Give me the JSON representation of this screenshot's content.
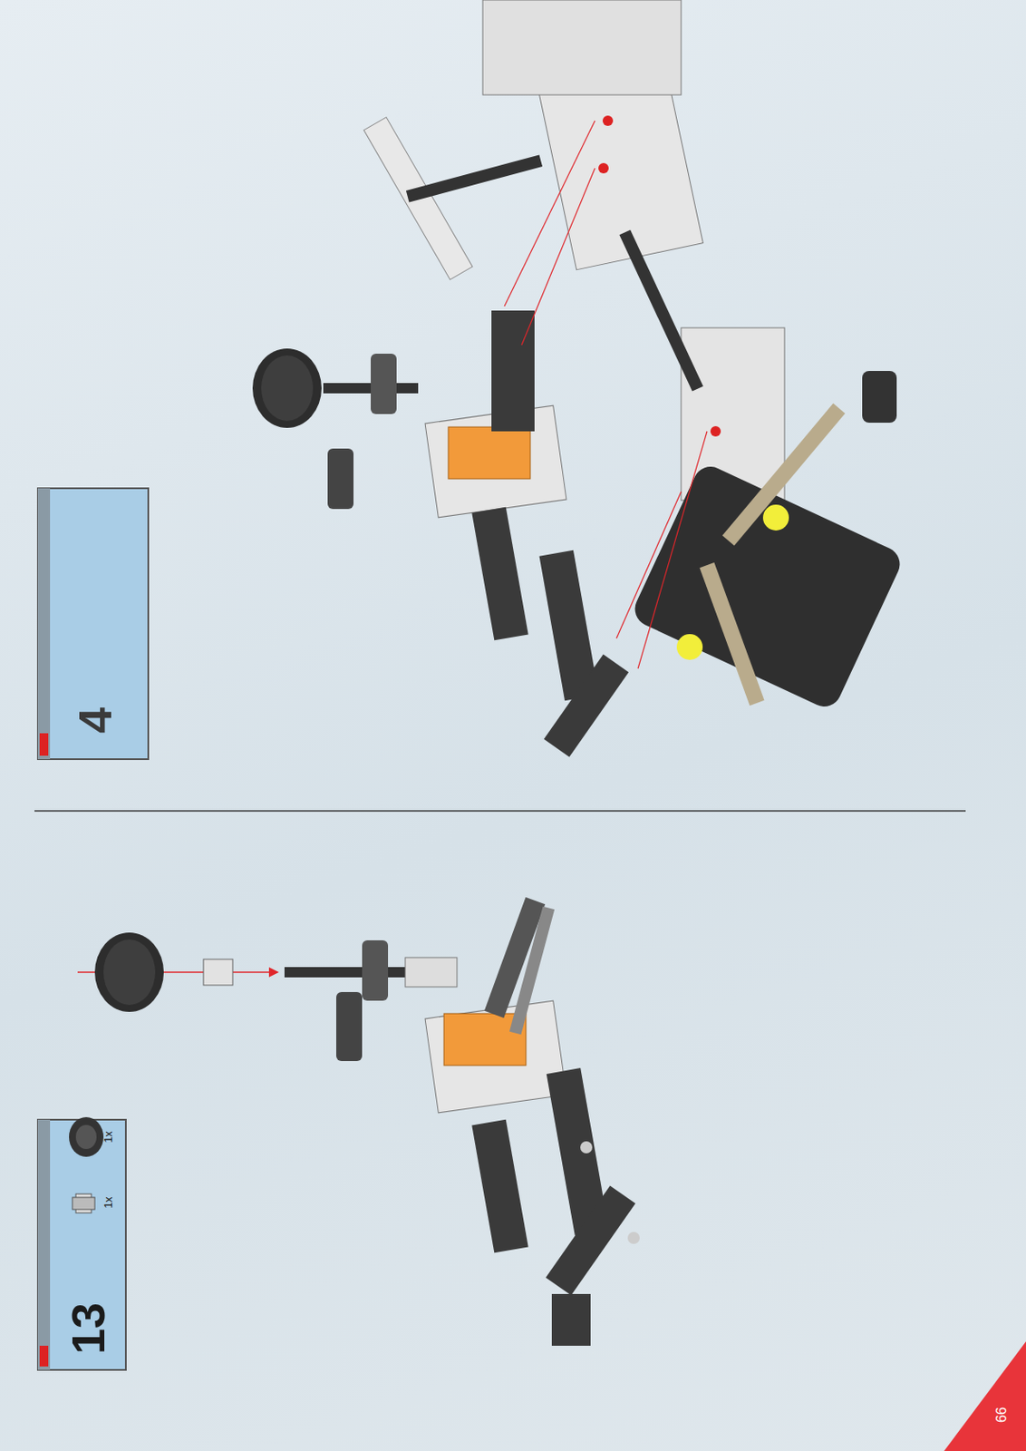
{
  "diagram": {
    "labels": [
      "13",
      "1x",
      "1x",
      "4",
      "66"
    ]
  }
}
